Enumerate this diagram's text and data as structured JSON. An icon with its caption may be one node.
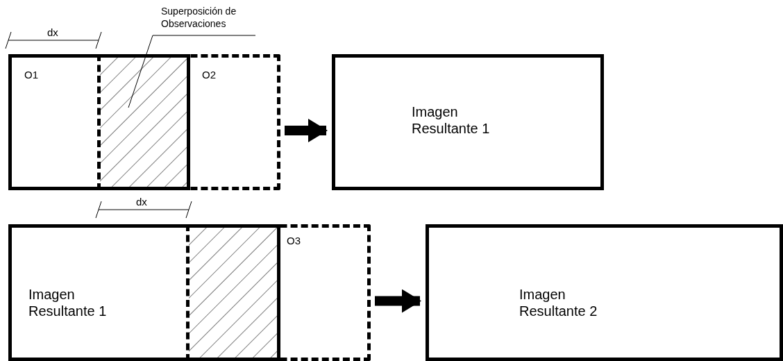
{
  "diagram": {
    "nodes": [
      {
        "text": [
          "O1"
        ]
      },
      {
        "text": [
          "O2"
        ]
      },
      {
        "text": [
          "Superposición de Observaciones"
        ]
      },
      {
        "text": [],
        "shape": "box"
      },
      {
        "text": [
          "Imagen Resultante 1"
        ]
      },
      {
        "text": [
          "Imagen Resultante 1"
        ]
      },
      {
        "text": [
          "O3"
        ]
      },
      {
        "text": [],
        "shape": "box"
      },
      {
        "text": [
          "Imagen Resultante 2"
        ]
      }
    ],
    "edges": [
      {
        "from": 2,
        "to": 3,
        "arrow": "none"
      },
      {
        "from": 1,
        "to": 4,
        "arrow": "to"
      },
      {
        "from": 6,
        "to": 8,
        "arrow": "to"
      }
    ],
    "labels": [
      "dx",
      "dx"
    ]
  }
}
